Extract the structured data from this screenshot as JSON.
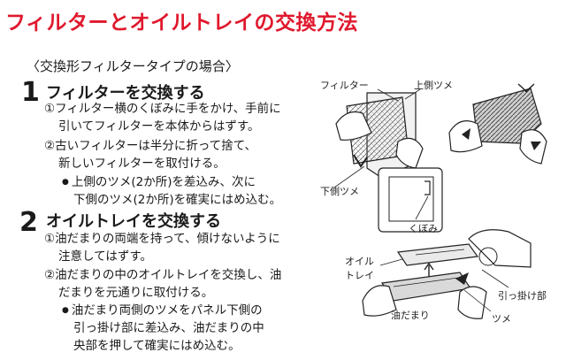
{
  "title": "フィルターとオイルトレイの交換方法",
  "subtitle": "〈交換形フィルタータイプの場合〉",
  "step1": {
    "number": "1",
    "heading": "フィルターを交換する",
    "item1_line1": "①フィルター横のくぼみに手をかけ、手前に",
    "item1_line2": "引いてフィルターを本体からはずす。",
    "item2_line1": "②古いフィルターは半分に折って捨て、",
    "item2_line2": "新しいフィルターを取付ける。",
    "bullet_line1": "上側のツメ(2か所)を差込み、次に",
    "bullet_line2": "下側のツメ(2か所)を確実にはめ込む。"
  },
  "step2": {
    "number": "2",
    "heading": "オイルトレイを交換する",
    "item1_line1": "①油だまりの両端を持って、傾けないように",
    "item1_line2": "注意してはずす。",
    "item2_line1": "②油だまりの中のオイルトレイを交換し、油",
    "item2_line2": "だまりを元通りに取付ける。",
    "bullet_line1": "油だまり両側のツメをパネル下側の",
    "bullet_line2": "引っ掛け部に差込み、油だまりの中",
    "bullet_line3": "央部を押して確実にはめ込む。"
  },
  "figure": {
    "label_filter": "フィルター",
    "label_upper_claw": "上側ツメ",
    "label_lower_claw": "下側ツメ",
    "label_recess": "くぼみ",
    "label_oil_tray_1": "オイル",
    "label_oil_tray_2": "トレイ",
    "label_hook": "引っ掛け部",
    "label_oil_pan": "油だまり",
    "label_claw": "ツメ"
  }
}
